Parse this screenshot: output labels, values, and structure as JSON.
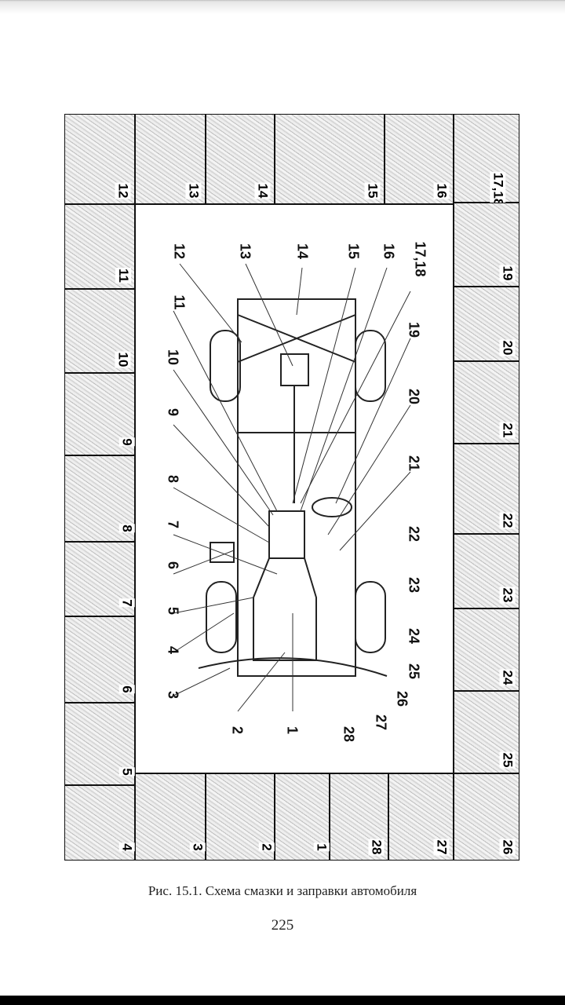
{
  "figure": {
    "thumbnails": [
      {
        "n": "12",
        "box": "tl"
      },
      {
        "n": "13"
      },
      {
        "n": "14"
      },
      {
        "n": "15"
      },
      {
        "n": "16"
      },
      {
        "n": "17,18"
      },
      {
        "n": "11"
      },
      {
        "n": "10"
      },
      {
        "n": "9"
      },
      {
        "n": "8"
      },
      {
        "n": "7"
      },
      {
        "n": "6"
      },
      {
        "n": "5"
      },
      {
        "n": "4"
      },
      {
        "n": "19"
      },
      {
        "n": "20"
      },
      {
        "n": "21"
      },
      {
        "n": "22"
      },
      {
        "n": "23"
      },
      {
        "n": "24"
      },
      {
        "n": "25"
      },
      {
        "n": "26"
      },
      {
        "n": "3"
      },
      {
        "n": "2"
      },
      {
        "n": "1"
      },
      {
        "n": "28"
      },
      {
        "n": "27"
      }
    ],
    "labels": [
      "12",
      "13",
      "14",
      "15",
      "16",
      "17,18",
      "19",
      "20",
      "21",
      "22",
      "23",
      "24",
      "25",
      "26",
      "27",
      "28",
      "1",
      "2",
      "3",
      "4",
      "5",
      "6",
      "7",
      "8",
      "9",
      "10",
      "11"
    ]
  },
  "caption": "Рис. 15.1. Схема смазки и заправки автомобиля",
  "page_number": "225"
}
